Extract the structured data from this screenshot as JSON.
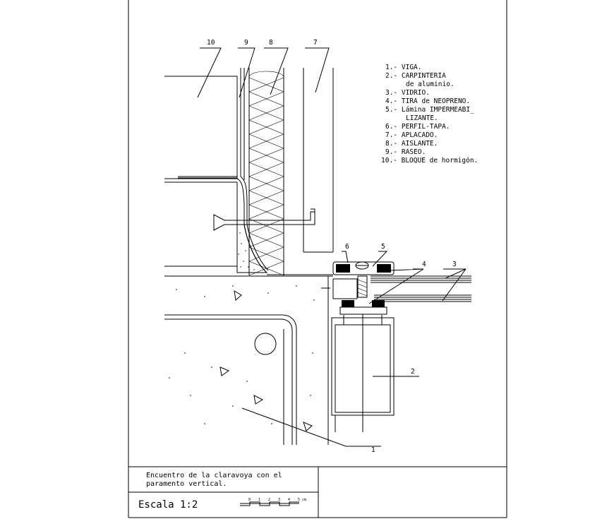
{
  "legend": [
    "1.- VIGA.",
    "2.- CARPINTERIA",
    "de aluminio.",
    "3.- VIDRIO.",
    "4.- TIRA de NEOPRENO.",
    "5.- Lámina IMPERMEABI_",
    "LIZANTE.",
    "6.- PERFIL-TAPA.",
    "7.- APLACADO.",
    "8.- AISLANTE.",
    "9.- RASEO.",
    "10.- BLOQUE de hormigón."
  ],
  "callouts": [
    "10",
    "9",
    "8",
    "7",
    "6",
    "5",
    "4",
    "3",
    "2",
    "1"
  ],
  "title_block": {
    "title_line1": "Encuentro de la claravoya con el",
    "title_line2": "paramento vertical.",
    "scale_label": "Escala 1:2",
    "scale_bar_ticks": [
      "0",
      "1",
      "2",
      "3",
      "4",
      "5 cm"
    ]
  }
}
